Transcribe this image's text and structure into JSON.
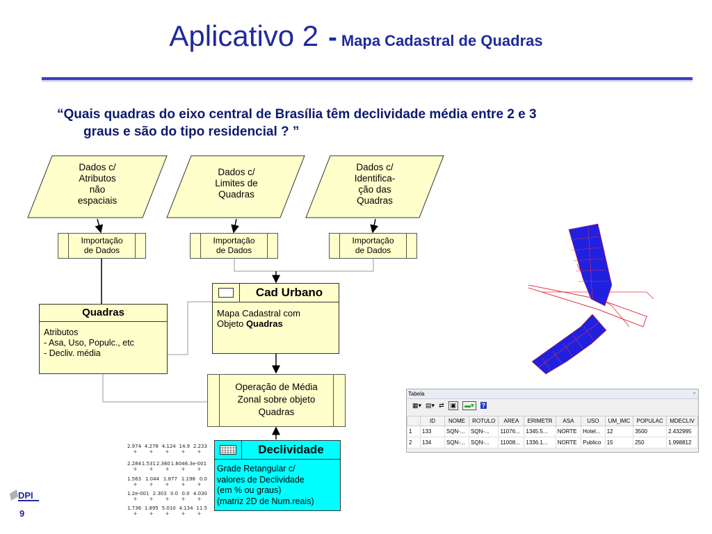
{
  "title": {
    "main": "Aplicativo 2",
    "dash": "-",
    "subtitle": "Mapa Cadastral de Quadras"
  },
  "question": {
    "line1": "“Quais quadras do eixo central de Brasília têm declividade média entre 2 e 3",
    "line2": "graus e são do tipo residencial ? ”"
  },
  "inputs": [
    {
      "lines": [
        "Dados c/",
        "Atributos",
        "não",
        "espaciais"
      ]
    },
    {
      "lines": [
        "Dados c/",
        "Limites de",
        "Quadras"
      ]
    },
    {
      "lines": [
        "Dados c/",
        "Identifica-",
        "ção das",
        "Quadras"
      ]
    }
  ],
  "imports": [
    {
      "lines": [
        "Importação",
        "de Dados"
      ]
    },
    {
      "lines": [
        "Importação",
        "de Dados"
      ]
    },
    {
      "lines": [
        "Importação",
        "de Dados"
      ]
    }
  ],
  "quadras": {
    "header": "Quadras",
    "lines": [
      "Atributos",
      "- Asa, Uso, Populc., etc",
      "- Decliv. média"
    ]
  },
  "cad": {
    "header": "Cad Urbano",
    "text": "Mapa Cadastral com",
    "text2": "Objeto",
    "bold": "Quadras"
  },
  "operacao": {
    "lines": [
      "Operação de Média",
      "Zonal sobre objeto",
      "Quadras"
    ]
  },
  "declividade": {
    "header": "Declividade",
    "lines": [
      "Grade Retangular c/",
      "valores de Declividade",
      "(em  % ou graus)",
      "(matriz 2D de Num.reais)"
    ]
  },
  "matrix": {
    "rows": [
      [
        "2.974",
        "4.278",
        "4.124",
        "14.9",
        "2.233"
      ],
      [
        "2.284",
        "1.531",
        "2.360",
        "1.6046.3e-001",
        ""
      ],
      [
        "1.563",
        "1.044",
        "1.877",
        "1.198",
        "0.0"
      ],
      [
        "1.2e-001",
        "2.303",
        "0.0",
        "0.0",
        "4.030"
      ],
      [
        "1.736",
        "1.895",
        "5.010",
        "4.134",
        "11.5"
      ]
    ]
  },
  "tabela": {
    "title": "Tabela",
    "columns": [
      "",
      "ID",
      "NOME",
      "ROTULO",
      "AREA",
      "ERIMETR",
      "ASA",
      "USO",
      "UM_IMC",
      "POPULAC",
      "MDECLIV"
    ],
    "rows": [
      [
        "1",
        "133",
        "SQN-...",
        "SQN-...",
        "11076...",
        "1345.5...",
        "NORTE",
        "Hotel...",
        "12",
        "3500",
        "2.432995"
      ],
      [
        "2",
        "134",
        "SQN-...",
        "SQN-...",
        "11008...",
        "1336.1...",
        "NORTE",
        "Publico",
        "15",
        "250",
        "1.998812"
      ]
    ]
  },
  "logo": {
    "text": "DPI"
  },
  "page": {
    "number": "9"
  },
  "colors": {
    "title": "#1f2a9c",
    "box_yellow": "#ffffcc",
    "box_cyan": "#00ffff",
    "map_blue": "#2020e0",
    "map_red": "#e03040"
  }
}
